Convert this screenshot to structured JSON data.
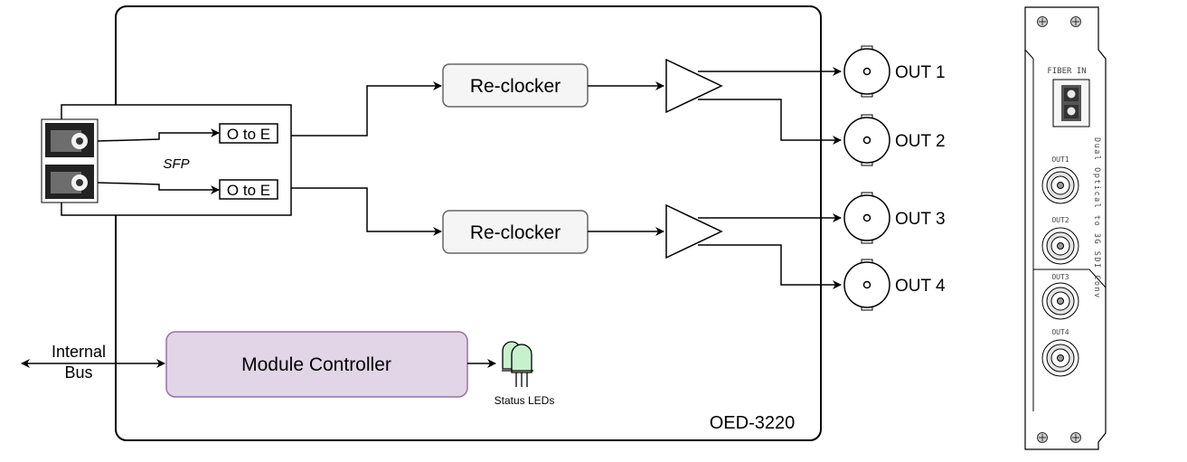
{
  "diagram": {
    "module_name": "OED-3220",
    "sfp_label": "SFP",
    "converters": [
      "O to E",
      "O to E"
    ],
    "reclockers": [
      "Re-clocker",
      "Re-clocker"
    ],
    "outputs": [
      "OUT 1",
      "OUT 2",
      "OUT 3",
      "OUT 4"
    ],
    "controller_label": "Module Controller",
    "bus_label_line1": "Internal",
    "bus_label_line2": "Bus",
    "leds_label": "Status LEDs"
  },
  "panel": {
    "fiber_in_label": "FIBER IN",
    "vertical_text": "Dual Optical to 3G SDI Conv",
    "connector_labels": [
      "OUT1",
      "OUT2",
      "OUT3",
      "OUT4"
    ]
  },
  "colors": {
    "controller_fill": "#e1d5e7",
    "controller_stroke": "#9673a6",
    "reclocker_fill": "#f5f5f5",
    "reclocker_stroke": "#666666",
    "led_fill": "#c8f0cc"
  }
}
